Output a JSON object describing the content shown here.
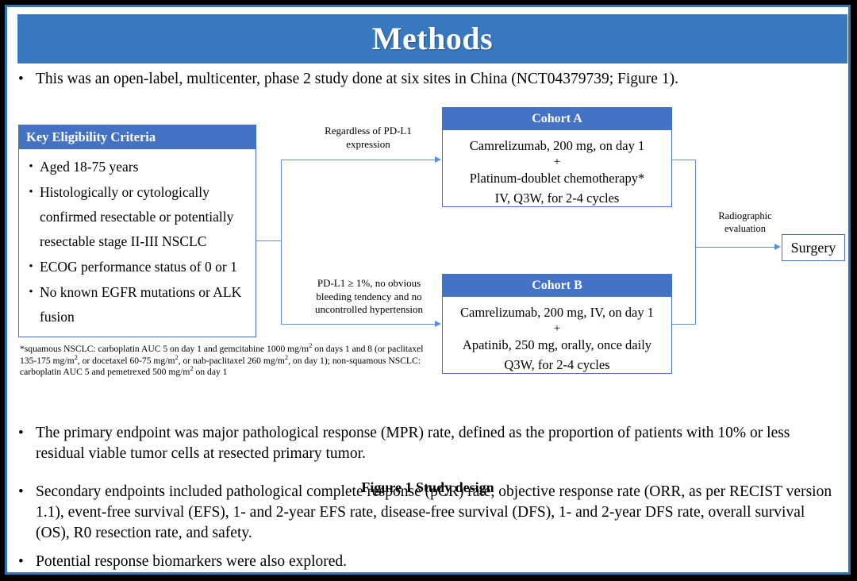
{
  "slide": {
    "title": "Methods",
    "accent_blue": "#3778BE",
    "box_header_blue": "#4472C4",
    "connector_blue": "#5B8FD4",
    "frame_border": "#2E74B5",
    "background": "#000000",
    "surface": "#FFFFFF"
  },
  "bullets": {
    "marker": "•",
    "lead": "This was an open-label, multicenter, phase 2 study done at six sites in China (NCT04379739; Figure 1).",
    "primary_endpoint": "The primary endpoint was major pathological response (MPR) rate, defined as the proportion of patients with 10% or less residual viable tumor cells at resected primary tumor.",
    "secondary_endpoints": "Secondary endpoints included pathological complete response (pCR) rate, objective response rate (ORR, as per RECIST version 1.1), event-free survival (EFS), 1- and 2-year EFS rate, disease-free survival (DFS), 1- and 2-year DFS rate, overall survival (OS), R0 resection rate, and safety.",
    "biomarkers": "Potential response biomarkers were also explored."
  },
  "figure": {
    "caption": "Figure 1 Study design",
    "eligibility": {
      "header": "Key  Eligibility Criteria",
      "marker": "•",
      "items": [
        "Aged 18-75 years",
        "Histologically or cytologically confirmed resectable or potentially resectable stage II-III  NSCLC",
        "ECOG performance status of 0 or 1",
        "No known EGFR mutations or ALK fusion"
      ]
    },
    "footnote": {
      "part1": "*squamous NSCLC: carboplatin AUC 5 on day 1 and gemcitabine 1000 mg/m",
      "sup1": "2",
      "part2": " on days 1 and 8 (or paclitaxel 135-175  mg/m",
      "sup2": "2",
      "part3": ", or docetaxel 60-75 mg/m",
      "sup3": "2",
      "part4": ", or nab-paclitaxel 260 mg/m",
      "sup4": "2",
      "part5": ", on day 1); non-squamous NSCLC: carboplatin AUC 5 and pemetrexed 500 mg/m",
      "sup5": "2",
      "part6": " on day 1"
    },
    "cohort_a": {
      "header": "Cohort A",
      "line1": "Camrelizumab, 200 mg, on day 1",
      "plus": "+",
      "line2": "Platinum-doublet chemotherapy*",
      "line3": "IV, Q3W, for 2-4 cycles"
    },
    "cohort_b": {
      "header": "Cohort B",
      "line1": "Camrelizumab, 200 mg, IV, on day 1",
      "plus": "+",
      "line2": "Apatinib, 250 mg, orally, once daily",
      "line3": "Q3W, for 2-4 cycles"
    },
    "labels": {
      "upper_line1": "Regardless  of PD-L1",
      "upper_line2": "expression",
      "lower_line1": "PD-L1 ≥ 1%, no obvious",
      "lower_line2": "bleeding tendency  and no",
      "lower_line3": "uncontrolled  hypertension",
      "radiographic_line1": "Radiographic",
      "radiographic_line2": "evaluation"
    },
    "surgery": "Surgery"
  }
}
